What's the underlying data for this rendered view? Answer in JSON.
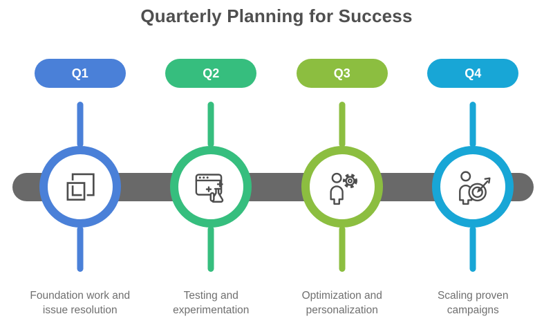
{
  "title": "Quarterly Planning for Success",
  "colors": {
    "timeline": "#696969",
    "icon_stroke": "#4d4d4d",
    "title_text": "#4f4f4f",
    "body_text": "#6f6f6f"
  },
  "quarters": [
    {
      "label": "Q1",
      "color": "#4a80d8",
      "description": "Foundation work and issue resolution",
      "icon": "overlapping-squares-icon"
    },
    {
      "label": "Q2",
      "color": "#36be7e",
      "description": "Testing and experimentation",
      "icon": "browser-experiment-icon"
    },
    {
      "label": "Q3",
      "color": "#8cbe40",
      "description": "Optimization and personalization",
      "icon": "person-gear-icon"
    },
    {
      "label": "Q4",
      "color": "#18a6d6",
      "description": "Scaling proven campaigns",
      "icon": "person-target-icon"
    }
  ]
}
